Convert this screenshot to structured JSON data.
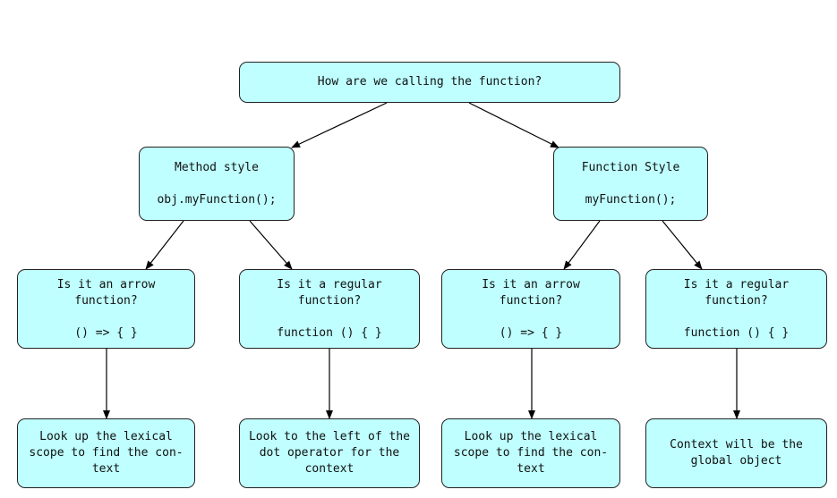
{
  "diagram": {
    "root": {
      "lines": [
        "How are we calling the function?"
      ]
    },
    "method_style": {
      "title": "Method style",
      "code": "obj.myFunction();"
    },
    "function_style": {
      "title": "Function Style",
      "code": "myFunction();"
    },
    "method_arrow": {
      "lines": [
        "Is it an arrow",
        "function?"
      ],
      "code": "() => { }"
    },
    "method_regular": {
      "lines": [
        "Is it a regular",
        "function?"
      ],
      "code": "function () { }"
    },
    "function_arrow": {
      "lines": [
        "Is it an arrow",
        "function?"
      ],
      "code": "() => { }"
    },
    "function_regular": {
      "lines": [
        "Is it a regular",
        "function?"
      ],
      "code": "function () { }"
    },
    "method_arrow_result": {
      "lines": [
        "Look up the lexical",
        "scope to find the con-",
        "text"
      ]
    },
    "method_regular_result": {
      "lines": [
        "Look to the left of the",
        "dot operator for the",
        "context"
      ]
    },
    "function_arrow_result": {
      "lines": [
        "Look up the lexical",
        "scope to find the con-",
        "text"
      ]
    },
    "function_regular_result": {
      "lines": [
        "Context will be the",
        "global object"
      ]
    }
  },
  "colors": {
    "node_fill": "#bfffff",
    "node_border": "#222222",
    "edge": "#000000"
  }
}
